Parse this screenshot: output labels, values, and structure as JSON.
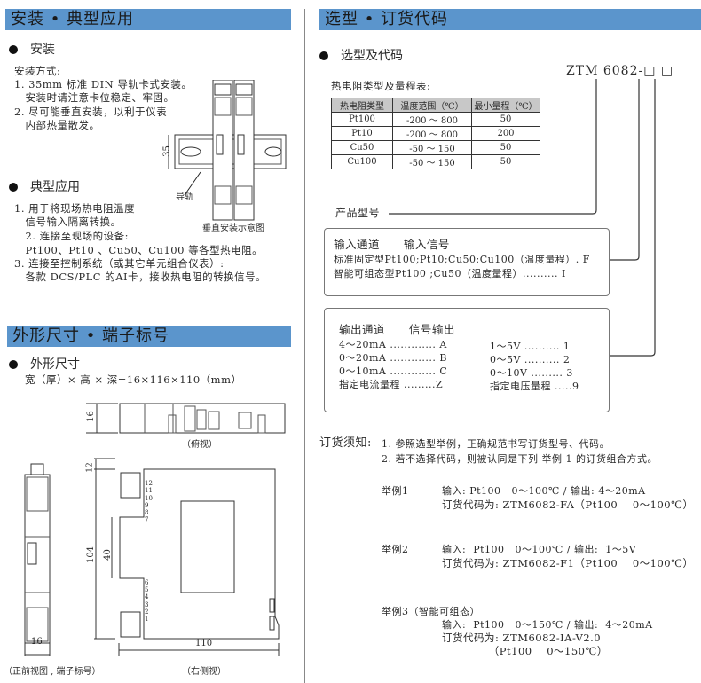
{
  "left": {
    "header1": "安装 • 典型应用",
    "install": {
      "bullet": "安装",
      "method_label": "安装方式:",
      "lines": [
        "1. 35mm 标准 DIN 导轨卡式安装。",
        "   安装时请注意卡位稳定、牢固。",
        "2. 尽可能垂直安装，以利于仪表",
        "   内部热量散发。"
      ],
      "diagram_dim": "35",
      "diagram_rail_label": "导轨",
      "diagram_caption": "垂直安装示意图"
    },
    "application": {
      "bullet": "典型应用",
      "lines": [
        "1. 用于将现场热电阻温度",
        "   信号输入隔离转换。",
        "   2. 连接至现场的设备:",
        "   Pt100、Pt10 、Cu50、Cu100 等各型热电阻。",
        "3. 连接至控制系统（或其它单元组合仪表）:",
        "   各款 DCS/PLC 的AI卡，接收热电阻的转换信号。"
      ]
    },
    "header2": "外形尺寸 • 端子标号",
    "dimensions": {
      "bullet": "外形尺寸",
      "formula": "宽（厚）× 高 × 深=16×116×110（mm）",
      "top_view_dim": "16",
      "top_view_caption": "（俯视）",
      "front_view_dim": "16",
      "front_view_caption": "（正前视图 , 端子标号）",
      "side_dims": {
        "top": "12",
        "height": "104",
        "middle": "40",
        "depth": "110"
      },
      "side_terminals": [
        "12",
        "11",
        "10",
        "9",
        "8",
        "7",
        "6",
        "5",
        "4",
        "3",
        "2",
        "1"
      ],
      "side_view_caption": "（右侧视）"
    }
  },
  "right": {
    "header": "选型 • 订货代码",
    "bullet": "选型及代码",
    "model_code": "ZTM 6082-□ □",
    "table_title": "热电阻类型及量程表:",
    "table": {
      "headers": [
        "热电阻类型",
        "温度范围（℃）",
        "最小量程（℃）"
      ],
      "rows": [
        [
          "Pt100",
          "-200 ～ 800",
          "50"
        ],
        [
          "Pt10",
          "-200 ～ 800",
          "200"
        ],
        [
          "Cu50",
          "-50 ～ 150",
          "50"
        ],
        [
          "Cu100",
          "-50 ～ 150",
          "50"
        ]
      ]
    },
    "product_model_label": "产品型号",
    "input_box": {
      "title": "输入通道      输入信号",
      "lines": [
        "标准固定型Pt100;Pt10;Cu50;Cu100（温度量程）. F",
        "智能可组态型Pt100 ;Cu50（温度量程）.......... I"
      ]
    },
    "output_box": {
      "title": "输出通道      信号输出",
      "current": [
        "4～20mA ............. A",
        "0～20mA ............. B",
        "0～10mA ............. C",
        "指定电流量程 .........Z"
      ],
      "voltage": [
        "1～5V .......... 1",
        "0～5V .......... 2",
        "0～10V ......... 3",
        "指定电压量程 .....9"
      ]
    },
    "order_notes": {
      "label": "订货须知:",
      "lines": [
        "1. 参照选型举例，正确规范书写订货型号、代码。",
        "2. 若不选择代码，则被认同是下列 举例 1 的订货组合方式。"
      ]
    },
    "examples": [
      {
        "label": "举例1",
        "lines": [
          "输入: Pt100   0～100℃ / 输出: 4～20mA",
          "订货代码为: ZTM6082-FA（Pt100    0～100℃）"
        ]
      },
      {
        "label": "举例2",
        "lines": [
          "输入:  Pt100   0～100℃ / 输出:  1～5V",
          "订货代码为: ZTM6082-F1（Pt100    0～100℃）"
        ]
      },
      {
        "label": "举例3（智能可组态）",
        "lines": [
          "输入:  Pt100   0～150℃ / 输出:  4～20mA",
          "订货代码为: ZTM6082-IA-V2.0",
          "     （Pt100    0～150℃）"
        ]
      }
    ]
  },
  "colors": {
    "header_bg": "#5b95cc",
    "table_header_bg": "#c8c8c8"
  }
}
